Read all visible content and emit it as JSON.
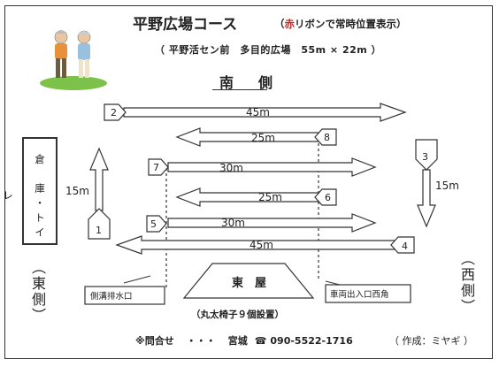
{
  "header": {
    "title": "平野広場コース",
    "note_open": "（",
    "note_red": "赤",
    "note_rest": "リボンで常時位置表示）",
    "subtitle": "（ 平野活セン前　多目的広場　55m × 22m ）"
  },
  "sides": {
    "south": "南　側",
    "east": "（東側）",
    "west": "（西側）"
  },
  "storage": {
    "label": "倉　庫・トイレ"
  },
  "course": {
    "markers": [
      "1",
      "2",
      "3",
      "4",
      "5",
      "6",
      "7",
      "8"
    ],
    "distances": {
      "m2": "45m",
      "m8": "25m",
      "m7": "30m",
      "m6": "25m",
      "m5": "30m",
      "m4": "45m",
      "m1": "15m",
      "m3": "15m"
    }
  },
  "callouts": {
    "east_drain": "側溝排水口",
    "west_gate": "車両出入口西角"
  },
  "pavilion": {
    "label": "東　屋",
    "note": "（丸太椅子９個設置）"
  },
  "footer": {
    "contact_prefix": "※問合せ",
    "dots": "・・・",
    "contact_name": "宮城",
    "tel_icon": "telephone-icon",
    "phone": "090-5522-1716",
    "author": "（ 作成：ミヤギ ）"
  },
  "colors": {
    "accent_red": "#d0201a",
    "line": "#333333",
    "grass": "#7cc24a"
  }
}
